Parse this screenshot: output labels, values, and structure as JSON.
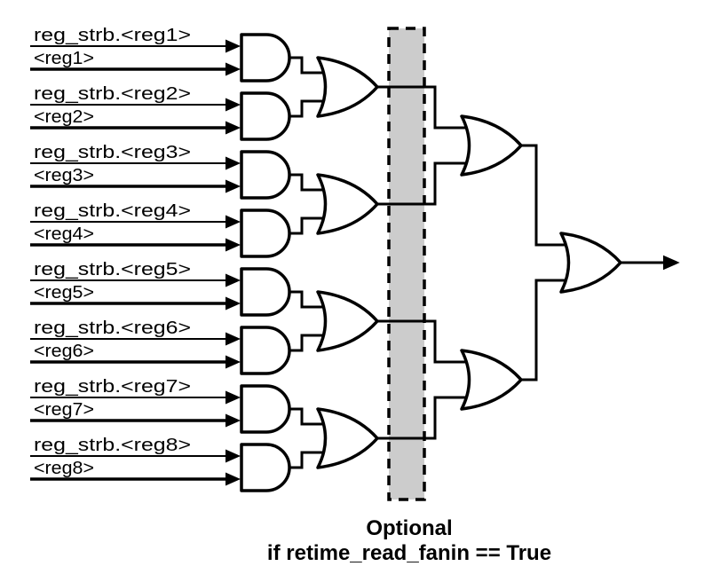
{
  "inputs": [
    {
      "strobe_label": "reg_strb.<reg1>",
      "reg_label": "<reg1>"
    },
    {
      "strobe_label": "reg_strb.<reg2>",
      "reg_label": "<reg2>"
    },
    {
      "strobe_label": "reg_strb.<reg3>",
      "reg_label": "<reg3>"
    },
    {
      "strobe_label": "reg_strb.<reg4>",
      "reg_label": "<reg4>"
    },
    {
      "strobe_label": "reg_strb.<reg5>",
      "reg_label": "<reg5>"
    },
    {
      "strobe_label": "reg_strb.<reg6>",
      "reg_label": "<reg6>"
    },
    {
      "strobe_label": "reg_strb.<reg7>",
      "reg_label": "<reg7>"
    },
    {
      "strobe_label": "reg_strb.<reg8>",
      "reg_label": "<reg8>"
    }
  ],
  "annotation": {
    "line1": "Optional",
    "line2": "if retime_read_fanin == True"
  },
  "gates": {
    "stage1_and_count": 8,
    "stage1_or_count": 4,
    "stage2_or_count": 2,
    "final_or_count": 1
  },
  "colors": {
    "line": "#000000",
    "background": "#ffffff",
    "optional_box_fill": "#cccccc"
  },
  "icons": {
    "input_arrow": "filled-right-triangle",
    "output_arrow": "filled-right-triangle"
  }
}
